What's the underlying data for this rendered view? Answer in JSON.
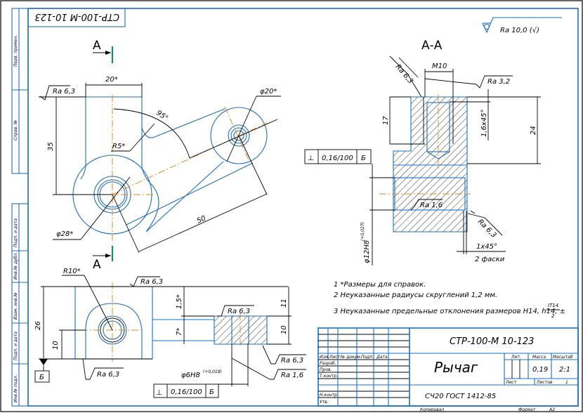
{
  "drawing": {
    "doc_code": "СТР-100-М 10-123",
    "doc_code_rotated": "СТР-100-М 10-123",
    "general_roughness": "Ra 10,0 (√)",
    "section_label": "А-А",
    "view_label_top": "А",
    "view_label_bottom": "А",
    "colors": {
      "outline": "#1a6fc0",
      "axis": "#e08a1e",
      "dim": "#000000",
      "cut": "#108a7a"
    }
  },
  "side_stamp": {
    "top": [
      "Перв. примен.",
      "Справ. №"
    ],
    "bottom": [
      "Подп. и дата",
      "Инв.№ дубл.",
      "Взам. инв.№",
      "Подп. и дата",
      "Инв.№ подл."
    ]
  },
  "main_view": {
    "dims": {
      "width_top": "20*",
      "height_left": "35",
      "angle": "95°",
      "radius_fillet": "R5*",
      "diam_small": "φ20*",
      "diam_big": "φ28*",
      "length": "50"
    },
    "roughness": "Ra 6,3"
  },
  "section_view": {
    "dims": {
      "thread": "M10",
      "depth": "17",
      "height": "24",
      "chamfer_thread": "1,6x45°",
      "hole": "φ12H8",
      "hole_tol": "(+0,027)",
      "chamfer": "1x45°",
      "chamfer_note": "2 фаски"
    },
    "roughness": {
      "top": "Ra 6,3",
      "thread": "Ra 3,2",
      "hole": "Ra 1,6",
      "side": "Ra 6,3"
    },
    "tolerance_frame": {
      "symbol": "⊥",
      "value": "0,16/100",
      "base": "Б"
    }
  },
  "bottom_view": {
    "dims": {
      "radius": "R10*",
      "height": "26",
      "base_height": "10",
      "v1": "1,5*",
      "v2": "7*",
      "right_top": "11",
      "right_bottom": "10",
      "hole": "φ6H8",
      "hole_tol": "(+0,018)"
    },
    "roughness": {
      "top": "Ra 6,3",
      "bottom": "Ra 6,3",
      "boss": "Ra 6,3",
      "side": "Ra 6,3",
      "hole": "Ra 1,6"
    },
    "base_label": "Б",
    "tolerance_frame": {
      "symbol": "⊥",
      "value": "0,16/100",
      "base": "Б"
    }
  },
  "notes": [
    "1  *Размеры для справок.",
    "2  Неуказанные радиусы скруглений 1,2 мм.",
    "3  Неуказанные предельные отклонения размеров H14, h14, ±"
  ],
  "notes_fraction": {
    "num": "IT14",
    "den": "2"
  },
  "title_block": {
    "doc_code": "СТР-100-М 10-123",
    "part_name": "Рычаг",
    "material": "СЧ20 ГОСТ 1412-85",
    "headers": [
      "Изм.",
      "Лист",
      "№ докум.",
      "Подп.",
      "Дата"
    ],
    "roles": [
      "Разраб.",
      "Пров.",
      "Т.контр.",
      "",
      "Н.контр.",
      "Утв."
    ],
    "lit_label": "Лит.",
    "mass_label": "Масса",
    "scale_label": "Масштаб",
    "mass": "0,19",
    "scale": "2:1",
    "sheet_label": "Лист",
    "sheets_label": "Листов",
    "sheets": "1",
    "copied": "Копировал",
    "format_label": "Формат",
    "format": "А3"
  }
}
